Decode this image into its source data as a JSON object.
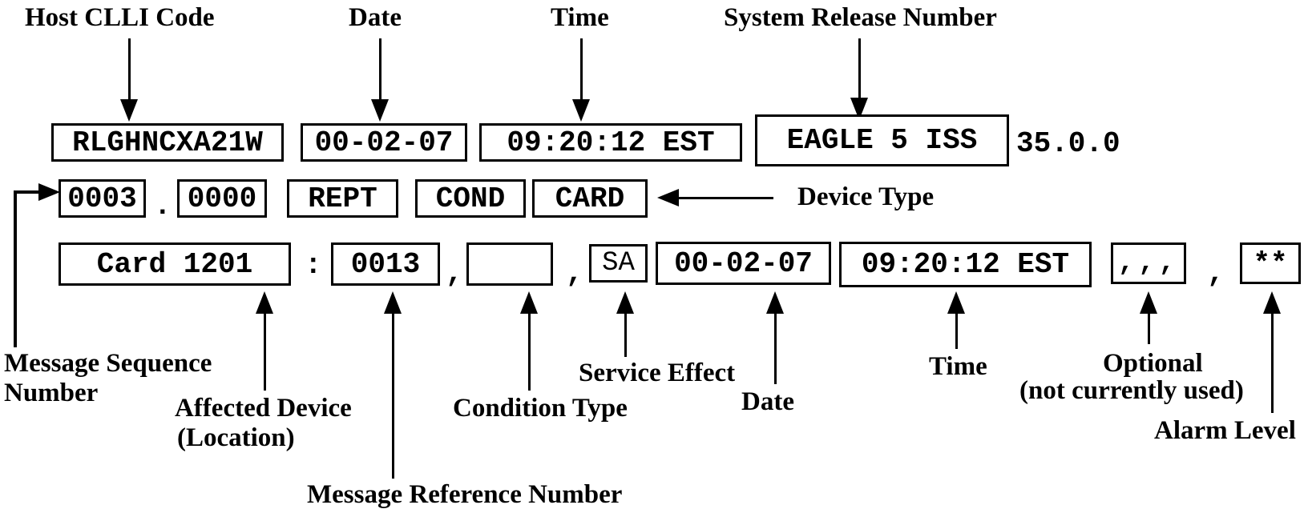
{
  "colors": {
    "foreground": "#000000",
    "background": "#ffffff"
  },
  "labels": {
    "host_clli": "Host CLLI Code",
    "date_top": "Date",
    "time_top": "Time",
    "system_release": "System Release Number",
    "device_type": "Device Type",
    "message_sequence_line1": "Message Sequence",
    "message_sequence_line2": "Number",
    "affected_device_line1": "Affected Device",
    "affected_device_line2": "(Location)",
    "message_reference": "Message Reference Number",
    "condition_type": "Condition Type",
    "service_effect": "Service Effect",
    "date_bottom": "Date",
    "time_bottom": "Time",
    "optional_line1": "Optional",
    "optional_line2": "(not currently used)",
    "alarm_level": "Alarm Level"
  },
  "message": {
    "row1": {
      "host_clli": "RLGHNCXA21W",
      "date": "00-02-07",
      "time": "09:20:12 EST",
      "system": "EAGLE 5 ISS",
      "release": "35.0.0"
    },
    "row2": {
      "sequence_major": "0003",
      "dot": ".",
      "sequence_minor": "0000",
      "rept": "REPT",
      "cond": "COND",
      "card": "CARD"
    },
    "row3": {
      "affected_device": "Card 1201",
      "colon": ":",
      "message_reference": "0013",
      "comma1": ",",
      "condition_type": "",
      "comma2": ",",
      "service_effect": "SA",
      "date": "00-02-07",
      "time": "09:20:12 EST",
      "optional": ",,,",
      "comma3": ",",
      "alarm_level": "**"
    }
  }
}
